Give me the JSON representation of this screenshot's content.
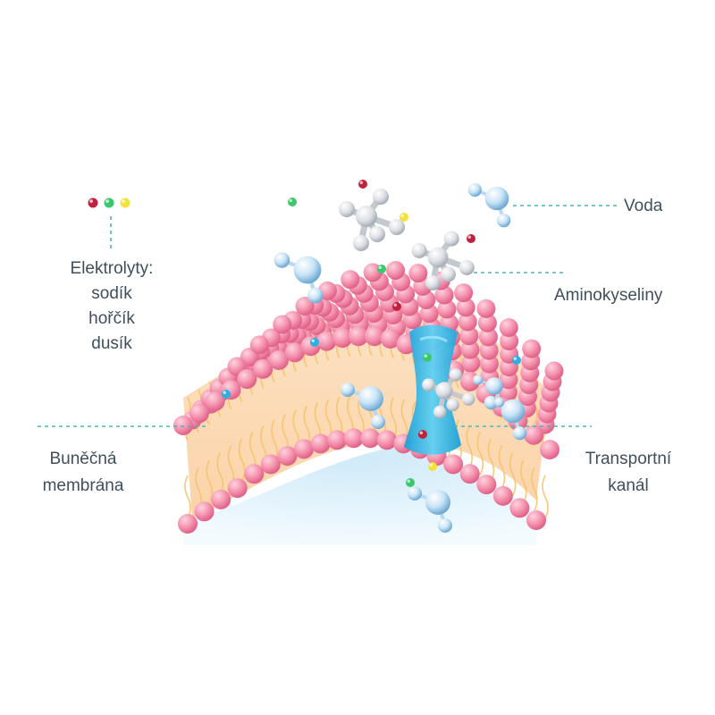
{
  "labels": {
    "electrolytes": {
      "title": "Elektrolyty:",
      "items": [
        "sodík",
        "hořčík",
        "dusík"
      ]
    },
    "water": "Voda",
    "amino_acids": "Aminokyseliny",
    "membrane": [
      "Buněčná",
      "membrána"
    ],
    "channel": [
      "Transportní",
      "kanál"
    ]
  },
  "colors": {
    "label_text": "#3f4f5c",
    "leader_line": "#4fb3b8",
    "head_pink": "#f59ab3",
    "head_pink_dark": "#e0678e",
    "tail_orange": "#f6c36a",
    "tail_fill": "#fde6c8",
    "channel_blue": "#2bb0e0",
    "sodium_red": "#c0223d",
    "magnesium_green": "#3ac96a",
    "nitrogen_yellow": "#f2e23a",
    "molecule_gray": "#d9dde2",
    "water_blue": "#a9d4f0",
    "cell_inside": "#dff1fb"
  },
  "icons": [
    "electrolyte-dot",
    "water-molecule-icon",
    "amino-acid-molecule-icon",
    "transport-channel-icon"
  ]
}
